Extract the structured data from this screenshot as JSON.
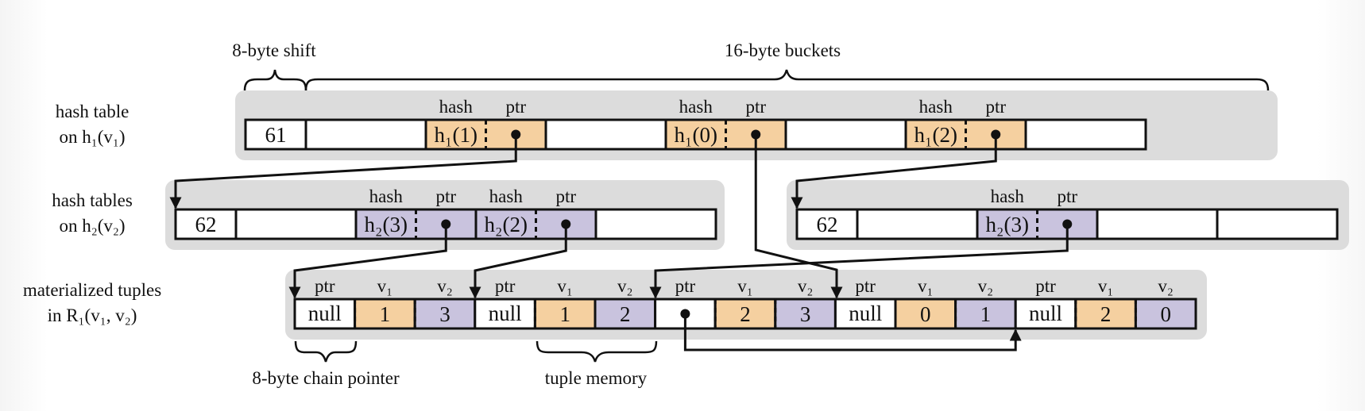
{
  "colors": {
    "panel": "#dcdcdc",
    "hash1": "#f5d0a0",
    "hash2": "#c9c3de",
    "empty": "#ffffff",
    "line": "#111111"
  },
  "row_labels": {
    "hash_table_h1": [
      "hash table",
      "on h₁(v₁)"
    ],
    "hash_tables_h2": [
      "hash tables",
      "on h₂(v₂)"
    ],
    "materialized": [
      "materialized tuples",
      "in R₁(v₁, v₂)"
    ]
  },
  "annotations": {
    "shift": "8-byte shift",
    "buckets": "16-byte buckets",
    "chain_pointer": "8-byte chain pointer",
    "tuple_memory": "tuple memory"
  },
  "headers": {
    "hash": "hash",
    "ptr": "ptr",
    "v1": "v₁",
    "v2": "v₂"
  },
  "hash_table_h1": {
    "shift_value": "61",
    "buckets": [
      {
        "hash": "",
        "ptr": false
      },
      {
        "hash": "h₁(1)",
        "ptr": true
      },
      {
        "hash": "",
        "ptr": false
      },
      {
        "hash": "h₁(0)",
        "ptr": true
      },
      {
        "hash": "",
        "ptr": false
      },
      {
        "hash": "h₁(2)",
        "ptr": true
      },
      {
        "hash": "",
        "ptr": false
      }
    ]
  },
  "hash_tables_h2": [
    {
      "shift_value": "62",
      "buckets": [
        {
          "hash": "",
          "ptr": false
        },
        {
          "hash": "h₂(3)",
          "ptr": true
        },
        {
          "hash": "h₂(2)",
          "ptr": true
        },
        {
          "hash": "",
          "ptr": false
        }
      ]
    },
    {
      "shift_value": "62",
      "buckets": [
        {
          "hash": "",
          "ptr": false
        },
        {
          "hash": "h₂(3)",
          "ptr": true
        },
        {
          "hash": "",
          "ptr": false
        },
        {
          "hash": "",
          "ptr": false
        }
      ]
    }
  ],
  "tuples": [
    {
      "ptr": "null",
      "v1": "1",
      "v2": "3"
    },
    {
      "ptr": "null",
      "v1": "1",
      "v2": "2"
    },
    {
      "ptr": "•",
      "v1": "2",
      "v2": "3"
    },
    {
      "ptr": "null",
      "v1": "0",
      "v2": "1"
    },
    {
      "ptr": "null",
      "v1": "2",
      "v2": "0"
    }
  ]
}
